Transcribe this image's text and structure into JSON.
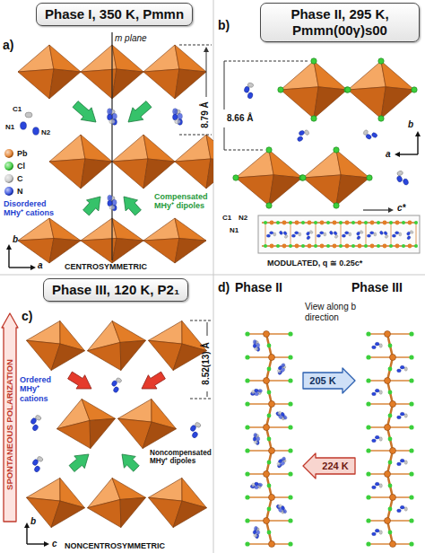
{
  "diagram": {
    "nodes": [
      {
        "text": [
          "Phase I, 350 K, Pmmn"
        ]
      },
      {
        "text": [
          "Phase II, 295 K, Pmmn(00γ)s00"
        ]
      },
      {
        "text": [
          "Phase III, 120 K, P2₁"
        ]
      },
      {
        "text": [
          "SPONTANEOUS POLARIZATION"
        ]
      },
      {
        "text": [
          "205 K"
        ]
      },
      {
        "text": [
          "224 K"
        ]
      }
    ],
    "labels": [
      "a)",
      "m plane",
      "C1",
      "N1",
      "N2",
      "8.79 Å",
      "Disordered MHy⁺ cations",
      "Compensated MHy⁺ dipoles",
      "CENTROSYMMETRIC",
      "b",
      "a",
      "b)",
      "8.66 Å",
      "b",
      "a",
      "c*",
      "C1",
      "N2",
      "N1",
      "MODULATED, q ≅ 0.25c*",
      "c)",
      "Ordered MHy⁺ cations",
      "8.52(13) Å",
      "Noncompensated MHy⁺ dipoles",
      "NONCENTROSYMMETRIC",
      "b",
      "c",
      "d)",
      "Phase II",
      "Phase III",
      "View along b direction"
    ],
    "legend": [
      {
        "text": "Pb",
        "color": "#e37d27"
      },
      {
        "text": "Cl",
        "color": "#3ccf3c"
      },
      {
        "text": "C",
        "color": "#c6c6c6"
      },
      {
        "text": "N",
        "color": "#2a46dc"
      }
    ]
  }
}
